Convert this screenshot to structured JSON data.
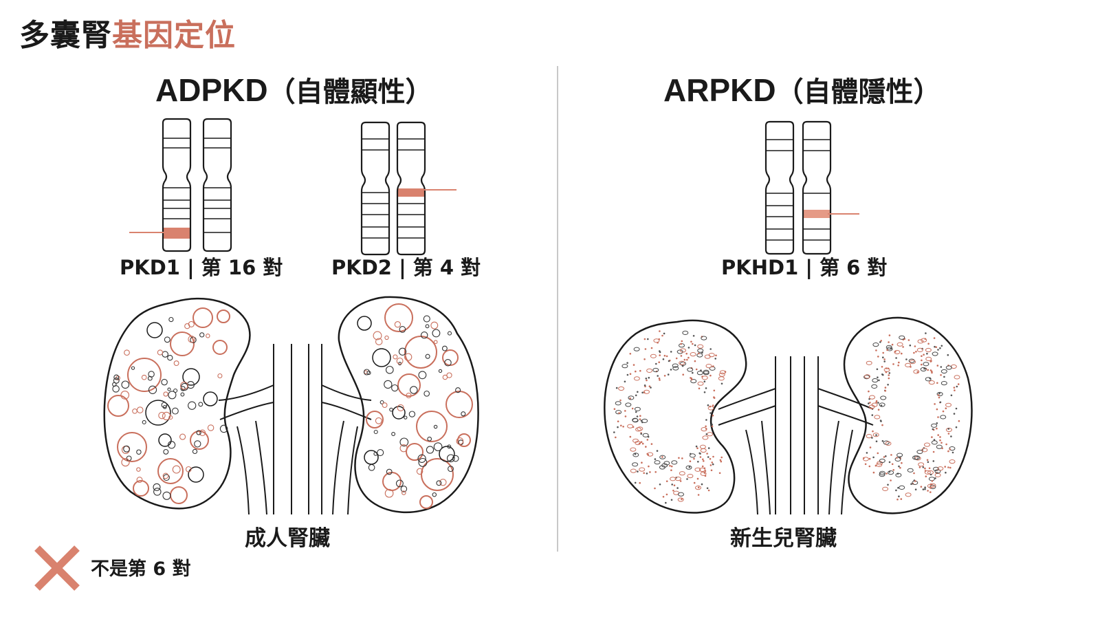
{
  "title": {
    "part1": "多囊腎",
    "part2": "基因定位"
  },
  "panels": {
    "adpkd": {
      "title_latin": "ADPKD",
      "title_paren": "（自體顯性）",
      "genes": [
        {
          "name": "PKD1",
          "separator": "|",
          "chromosome": "第 16 對"
        },
        {
          "name": "PKD2",
          "separator": "|",
          "chromosome": "第 4 對"
        }
      ],
      "kidney_caption": "成人腎臟"
    },
    "arpkd": {
      "title_latin": "ARPKD",
      "title_paren": "（自體隱性）",
      "genes": [
        {
          "name": "PKHD1",
          "separator": "|",
          "chromosome": "第 6 對"
        }
      ],
      "kidney_caption": "新生兒腎臟"
    }
  },
  "note": {
    "icon": "x-mark-icon",
    "text": "不是第 6 對"
  },
  "colors": {
    "accent": "#c96f5c",
    "ink": "#1a1a1a",
    "divider": "#b5b5b5"
  }
}
